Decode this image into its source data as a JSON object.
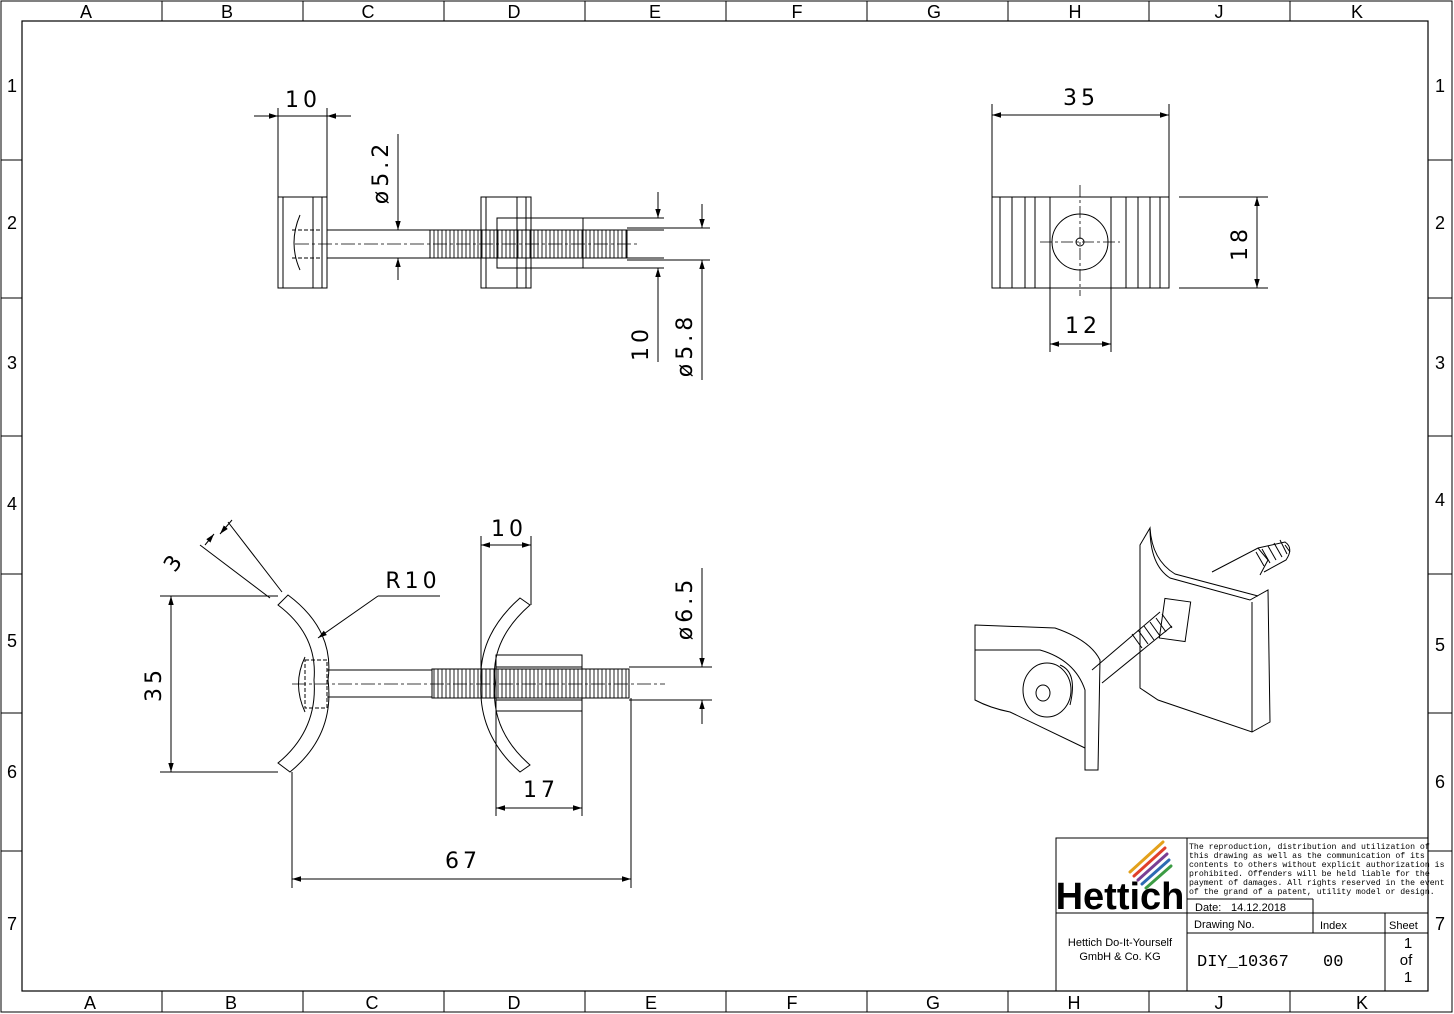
{
  "grid": {
    "columns": [
      "A",
      "B",
      "C",
      "D",
      "E",
      "F",
      "G",
      "H",
      "J",
      "K"
    ],
    "rows": [
      "1",
      "2",
      "3",
      "4",
      "5",
      "6",
      "7"
    ]
  },
  "dimensions": {
    "top_left": {
      "d1": "10",
      "d2": "ø5.2",
      "d3": "10",
      "d4": "ø5.8"
    },
    "top_right": {
      "d1": "35",
      "d2": "18",
      "d3": "12"
    },
    "bottom_left": {
      "d1": "3",
      "d2": "R10",
      "d3": "10",
      "d4": "ø6.5",
      "d5": "35",
      "d6": "17",
      "d7": "67"
    }
  },
  "title_block": {
    "logo": "Hettich",
    "logo_colors": [
      "#e3a11b",
      "#e0402b",
      "#7a3f94",
      "#2d6bb3",
      "#3c9c44"
    ],
    "company_line1": "Hettich Do-It-Yourself",
    "company_line2": "GmbH & Co. KG",
    "notice": [
      "The reproduction, distribution and utilization of",
      "this drawing as well as the communication of its",
      "contents to others without explicit authorization is",
      "prohibited. Offenders will be held liable for the",
      "payment of damages. All rights reserved in the event",
      "of the grand of a patent, utility model or design."
    ],
    "date_label": "Date:",
    "date_value": "14.12.2018",
    "drawing_no_label": "Drawing No.",
    "drawing_no_value": "DIY_10367",
    "index_label": "Index",
    "index_value": "00",
    "sheet_label": "Sheet",
    "sheet_num": "1",
    "sheet_of": "of",
    "sheet_total": "1"
  }
}
